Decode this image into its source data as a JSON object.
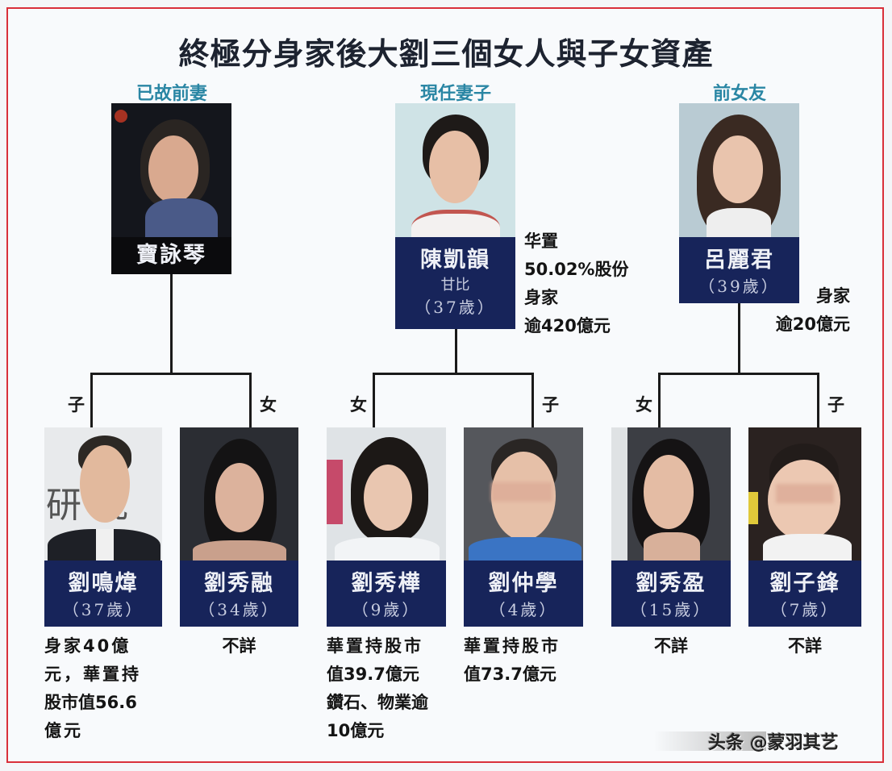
{
  "title": "終極分身家後大劉三個女人與子女資產",
  "colors": {
    "border": "#d9303a",
    "role_label": "#2a86a4",
    "name_plate": "#17245a",
    "name_plate_black": "#0b0b0d",
    "tree_line": "#1a1a1a"
  },
  "parents": [
    {
      "role": "已故前妻",
      "name": "寶詠琴",
      "nickname": "",
      "age": "",
      "assets": []
    },
    {
      "role": "現任妻子",
      "name": "陳凱韻",
      "nickname": "甘比",
      "age": "（37歲）",
      "assets": [
        "华置",
        "50.02%股份",
        "身家",
        "逾420億元"
      ]
    },
    {
      "role": "前女友",
      "name": "呂麗君",
      "nickname": "",
      "age": "（39歲）",
      "assets": [
        "身家",
        "逾20億元"
      ]
    }
  ],
  "children": [
    {
      "relation": "子",
      "name": "劉鳴煒",
      "age": "（37歲）",
      "assets": [
        "身家40億",
        "元，華置持",
        "股市值56.6",
        "億元"
      ]
    },
    {
      "relation": "女",
      "name": "劉秀融",
      "age": "（34歲）",
      "assets": [
        "不詳"
      ]
    },
    {
      "relation": "女",
      "name": "劉秀樺",
      "age": "（9歲）",
      "assets": [
        "華置持股市",
        "值39.7億元",
        "鑽石、物業逾",
        "10億元"
      ]
    },
    {
      "relation": "子",
      "name": "劉仲學",
      "age": "（4歲）",
      "assets": [
        "華置持股市",
        "值73.7億元"
      ]
    },
    {
      "relation": "女",
      "name": "劉秀盈",
      "age": "（15歲）",
      "assets": [
        "不詳"
      ]
    },
    {
      "relation": "子",
      "name": "劉子鋒",
      "age": "（7歲）",
      "assets": [
        "不詳"
      ]
    }
  ],
  "watermark": "头条 @蒙羽其艺"
}
